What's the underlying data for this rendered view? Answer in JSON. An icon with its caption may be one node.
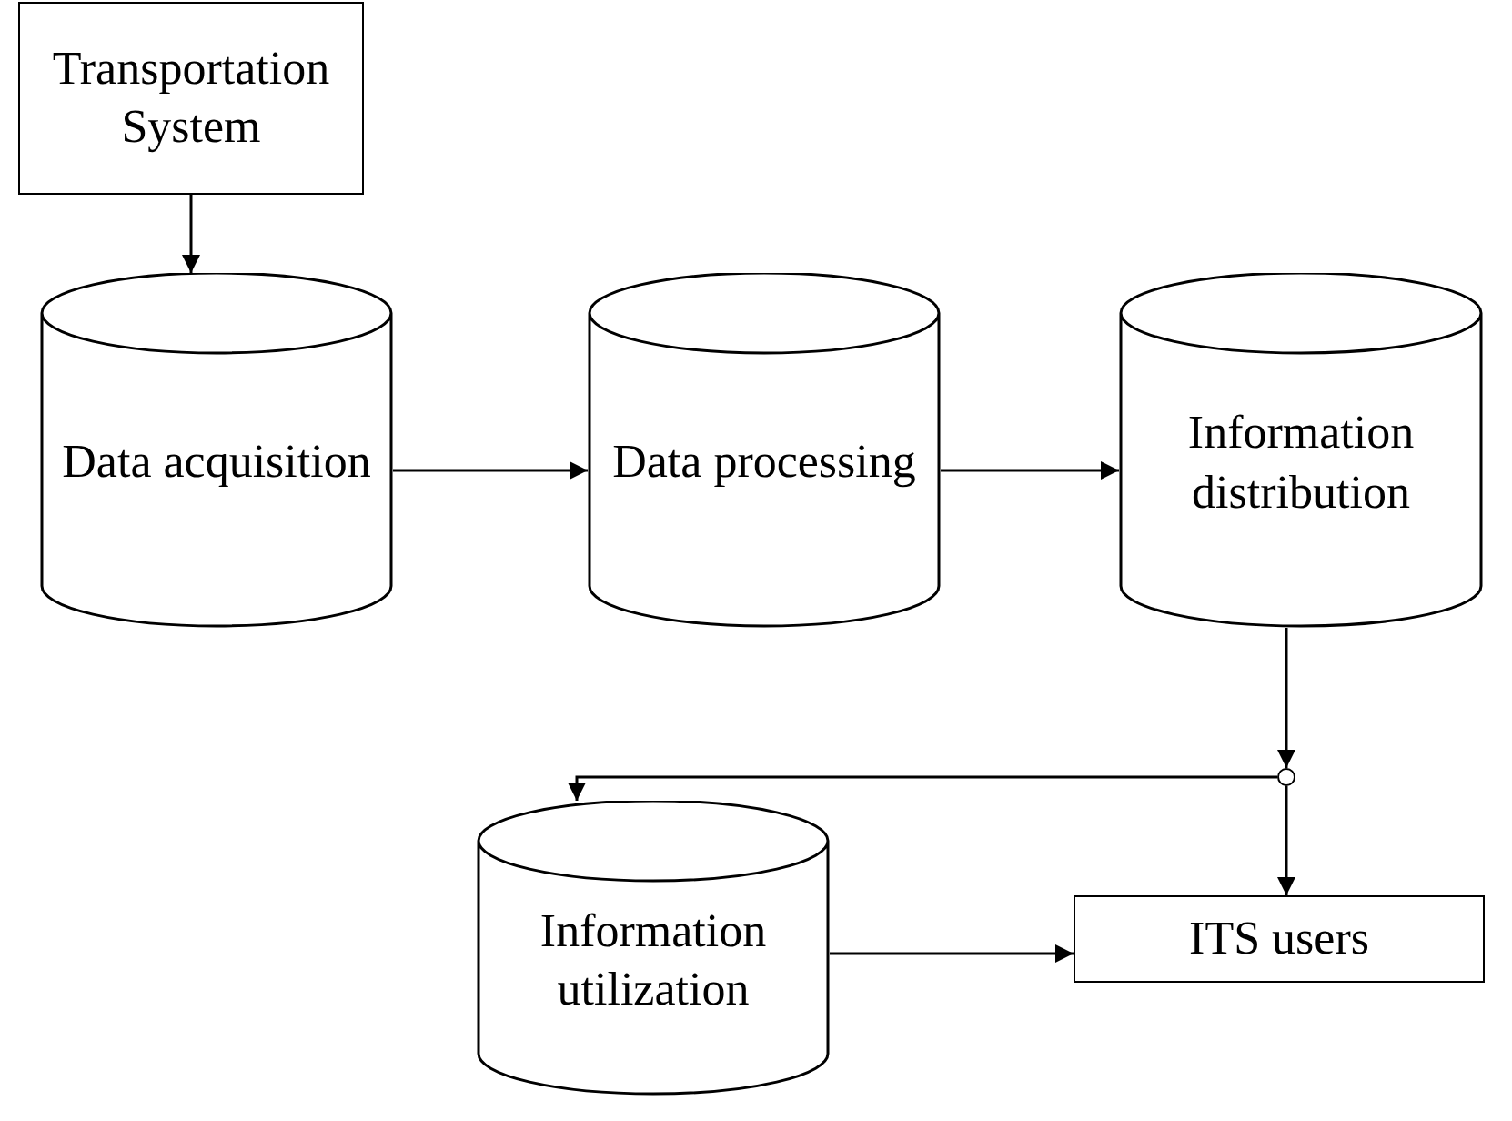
{
  "diagram": {
    "nodes": [
      {
        "text": [
          "Transportation System"
        ]
      },
      {
        "text": [
          "Data acquisition"
        ]
      },
      {
        "text": [
          "Data processing"
        ]
      },
      {
        "text": [
          "Information distribution"
        ]
      },
      {
        "text": [],
        "shape": "circle"
      },
      {
        "text": [
          "Information utilization"
        ]
      },
      {
        "text": [
          "ITS users"
        ]
      }
    ],
    "edges": [
      {
        "from": 0,
        "to": 1,
        "arrow": "to"
      },
      {
        "from": 1,
        "to": 2,
        "arrow": "to"
      },
      {
        "from": 2,
        "to": 3,
        "arrow": "to"
      },
      {
        "from": 3,
        "to": 4,
        "arrow": "to"
      },
      {
        "from": 4,
        "to": 5,
        "arrow": "to"
      },
      {
        "from": 4,
        "to": 6,
        "arrow": "to"
      },
      {
        "from": 5,
        "to": 6,
        "arrow": "to"
      }
    ]
  }
}
